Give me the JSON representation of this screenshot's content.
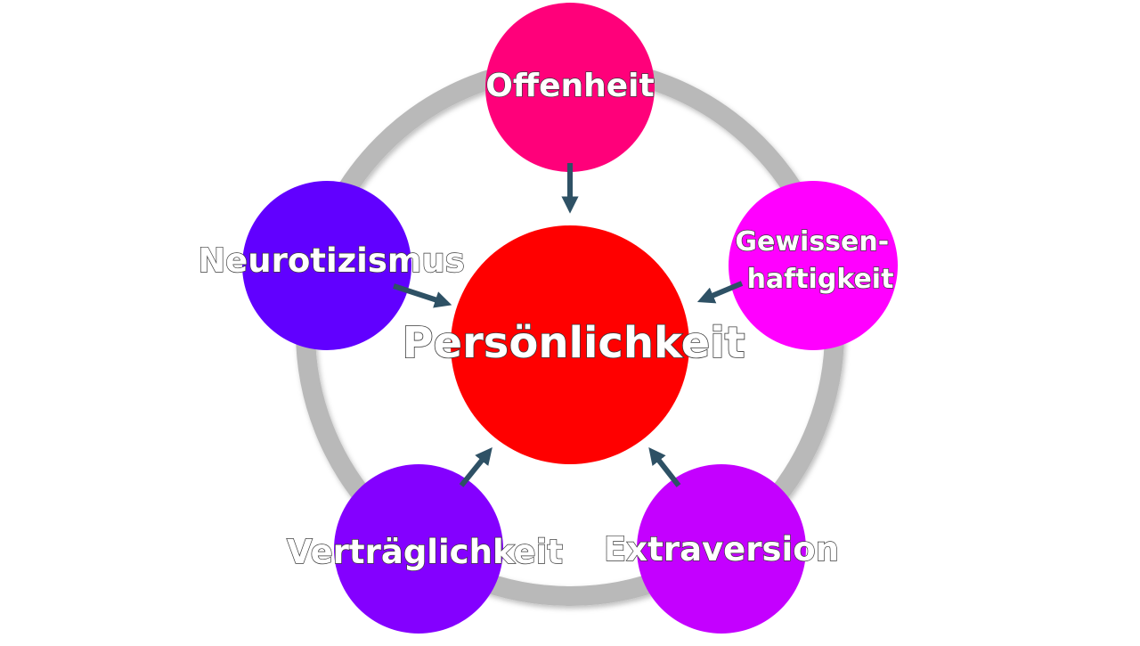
{
  "center": {
    "label": "Persönlichkeit",
    "color": "#ff0000"
  },
  "traits": [
    {
      "id": "offenheit",
      "lines": [
        "Offenheit"
      ],
      "color": "#ff007a"
    },
    {
      "id": "gewissenhaftigkeit",
      "lines": [
        "Gewissen-",
        "haftigkeit"
      ],
      "color": "#ff00ff"
    },
    {
      "id": "extraversion",
      "lines": [
        "Extraversion"
      ],
      "color": "#c400ff"
    },
    {
      "id": "vertraeglichkeit",
      "lines": [
        "Verträglichkeit"
      ],
      "color": "#8400ff"
    },
    {
      "id": "neurotizismus",
      "lines": [
        "Neurotizismus"
      ],
      "color": "#6100ff"
    }
  ],
  "ring_color": "#b9b9b9",
  "arrow_color": "#2e5165"
}
